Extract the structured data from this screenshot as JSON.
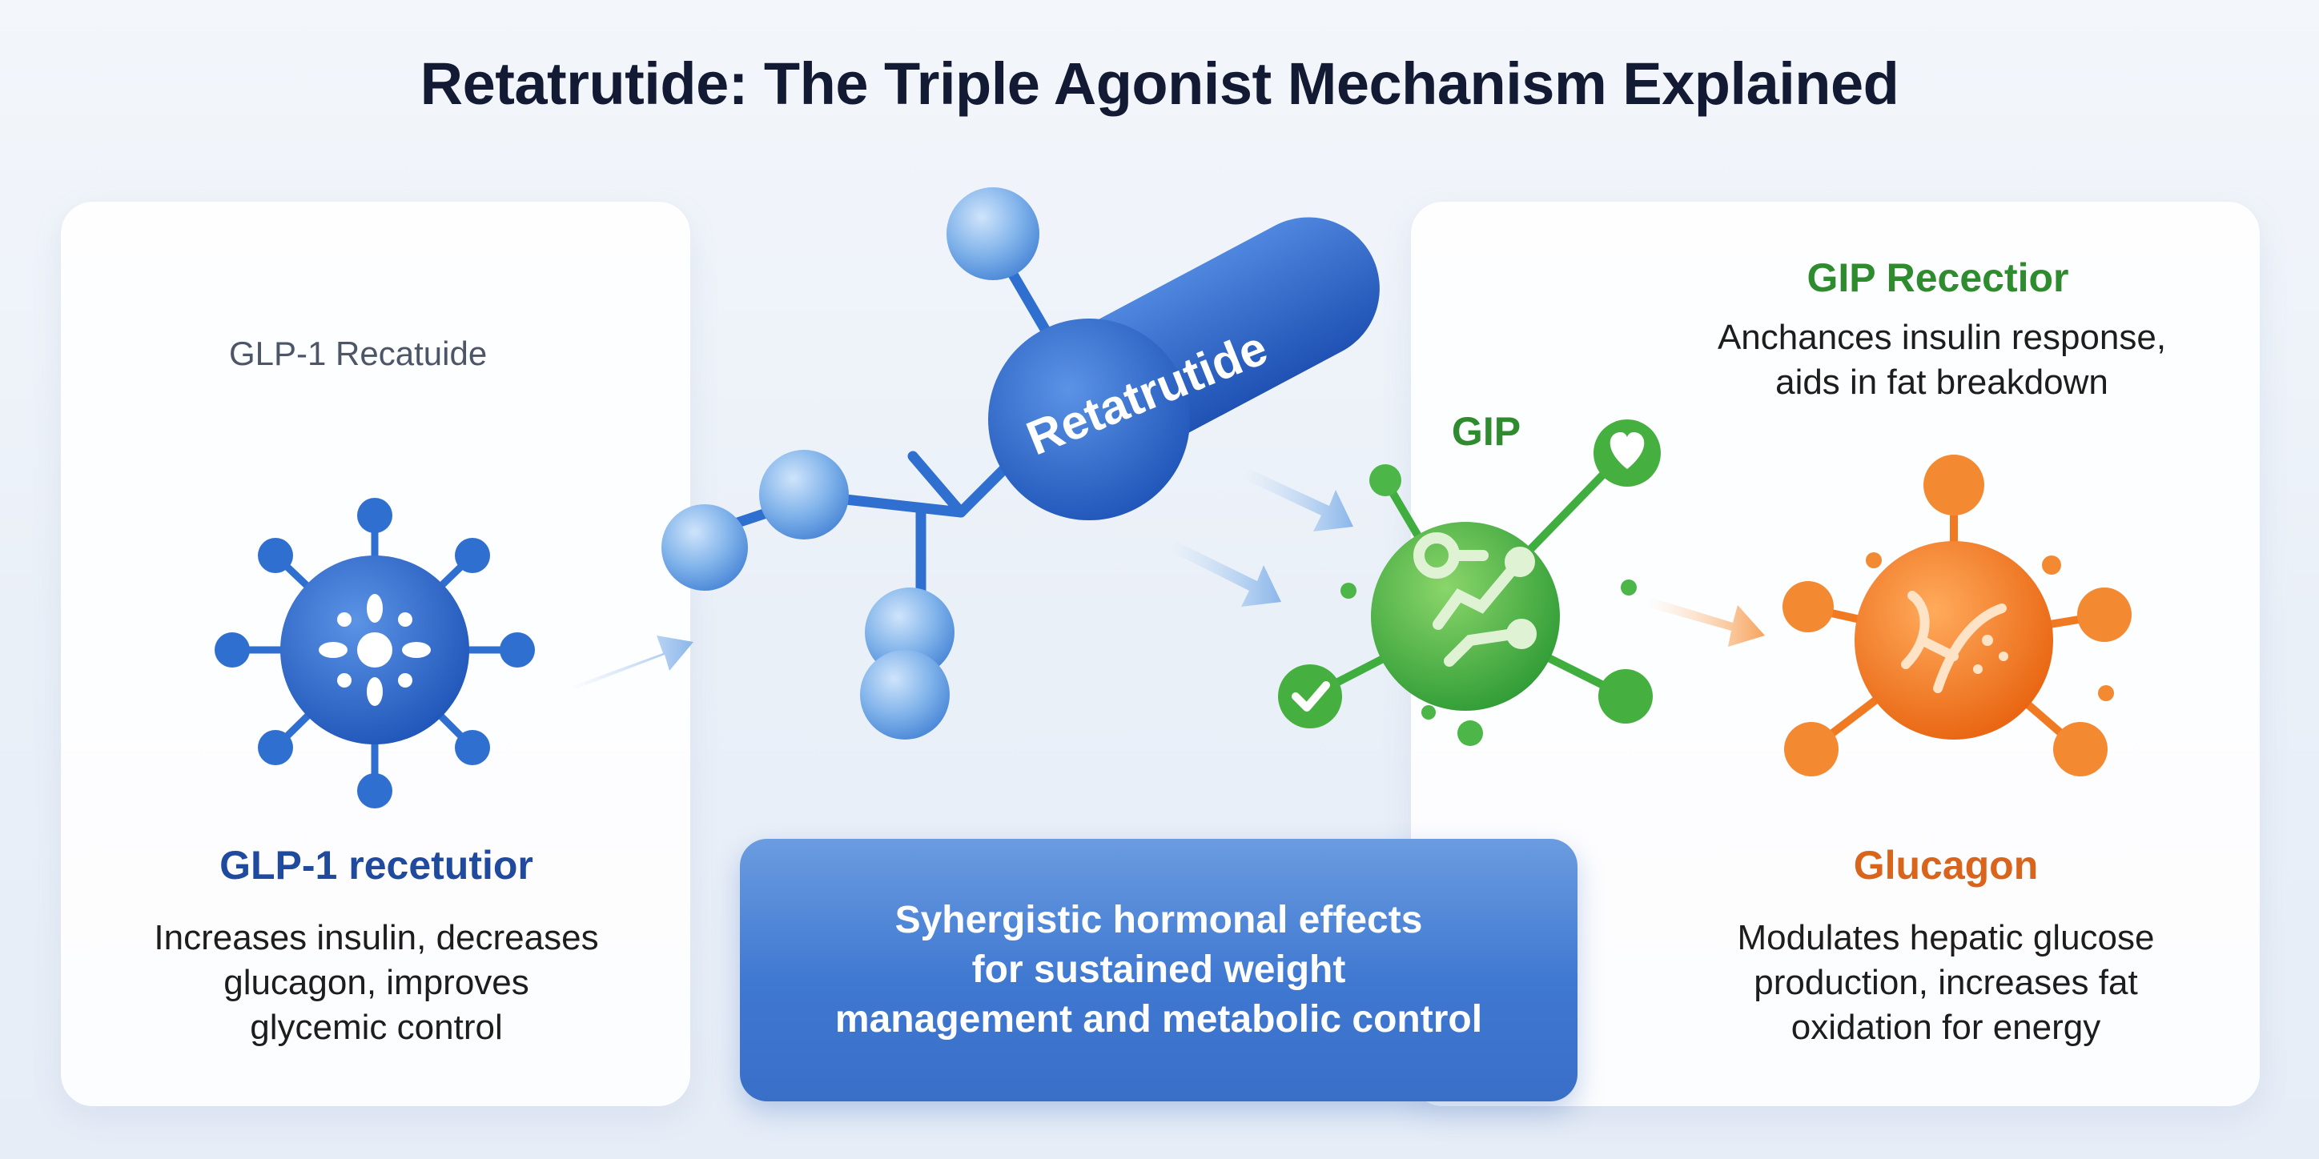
{
  "title": "Retatrutide: The Triple Agonist Mechanism Explained",
  "left": {
    "faint_label": "GLP-1 Recatuide",
    "heading": "GLP-1 recetutior",
    "description_lines": [
      "Increases insulin, decreases",
      "glucagon, improves",
      "glycemic control"
    ]
  },
  "molecule": {
    "label": "Retatrutide"
  },
  "gip": {
    "label": "GIP",
    "heading": "GIP Recectior",
    "description_lines": [
      "Anchances insulin response,",
      "aids in fat breakdown"
    ]
  },
  "glucagon": {
    "heading": "Glucagon",
    "description_lines": [
      "Modulates hepatic glucose",
      "production, increases fat",
      "oxidation for energy"
    ]
  },
  "center_box": {
    "lines": [
      "Syhergistic hormonal effects",
      "for sustained weight",
      "management and metabolic control"
    ]
  },
  "colors": {
    "blue": "#2f6fd0",
    "green": "#3fae3f",
    "orange": "#f07a22"
  },
  "icons": [
    "glp1-receptor-icon",
    "retatrutide-molecule-icon",
    "gip-receptor-icon",
    "glucagon-receptor-icon",
    "heart-icon",
    "check-icon",
    "arrow-icon"
  ]
}
